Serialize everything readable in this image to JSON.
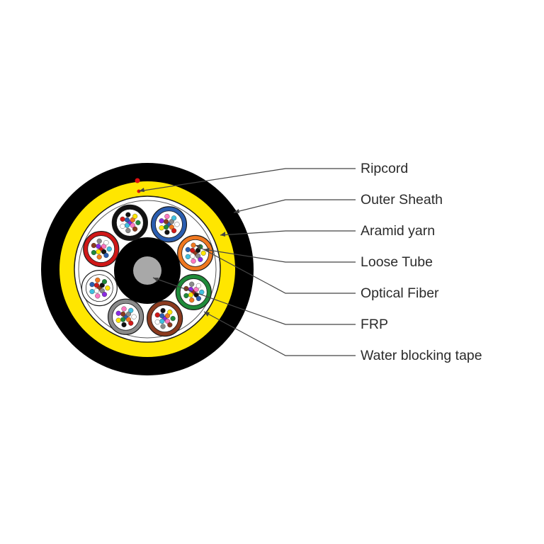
{
  "labels": {
    "ripcord": "Ripcord",
    "outer_sheath": "Outer Sheath",
    "aramid_yarn": "Aramid yarn",
    "loose_tube": "Loose Tube",
    "optical_fiber": "Optical Fiber",
    "frp": "FRP",
    "water_blocking_tape": "Water blocking tape"
  },
  "colors": {
    "outer_sheath": "#000000",
    "aramid_yarn": "#ffe600",
    "ripcord": "#e01010",
    "frp": "#a8a8a8",
    "leader_line": "#444444"
  },
  "loose_tubes": [
    {
      "name": "blue",
      "color": "#2a5db0"
    },
    {
      "name": "orange",
      "color": "#f07820"
    },
    {
      "name": "green",
      "color": "#1f8a3a"
    },
    {
      "name": "brown",
      "color": "#8b3a1e"
    },
    {
      "name": "slate",
      "color": "#8a8a8a"
    },
    {
      "name": "white",
      "color": "#ffffff"
    },
    {
      "name": "red",
      "color": "#d01818"
    },
    {
      "name": "black",
      "color": "#111111"
    }
  ],
  "fiber_colors": [
    "#2a5db0",
    "#f07820",
    "#1f8a3a",
    "#8b3a1e",
    "#8a8a8a",
    "#ffffff",
    "#d01818",
    "#111111",
    "#ffe600",
    "#8a2be2",
    "#ff77c0",
    "#40c0e0"
  ]
}
